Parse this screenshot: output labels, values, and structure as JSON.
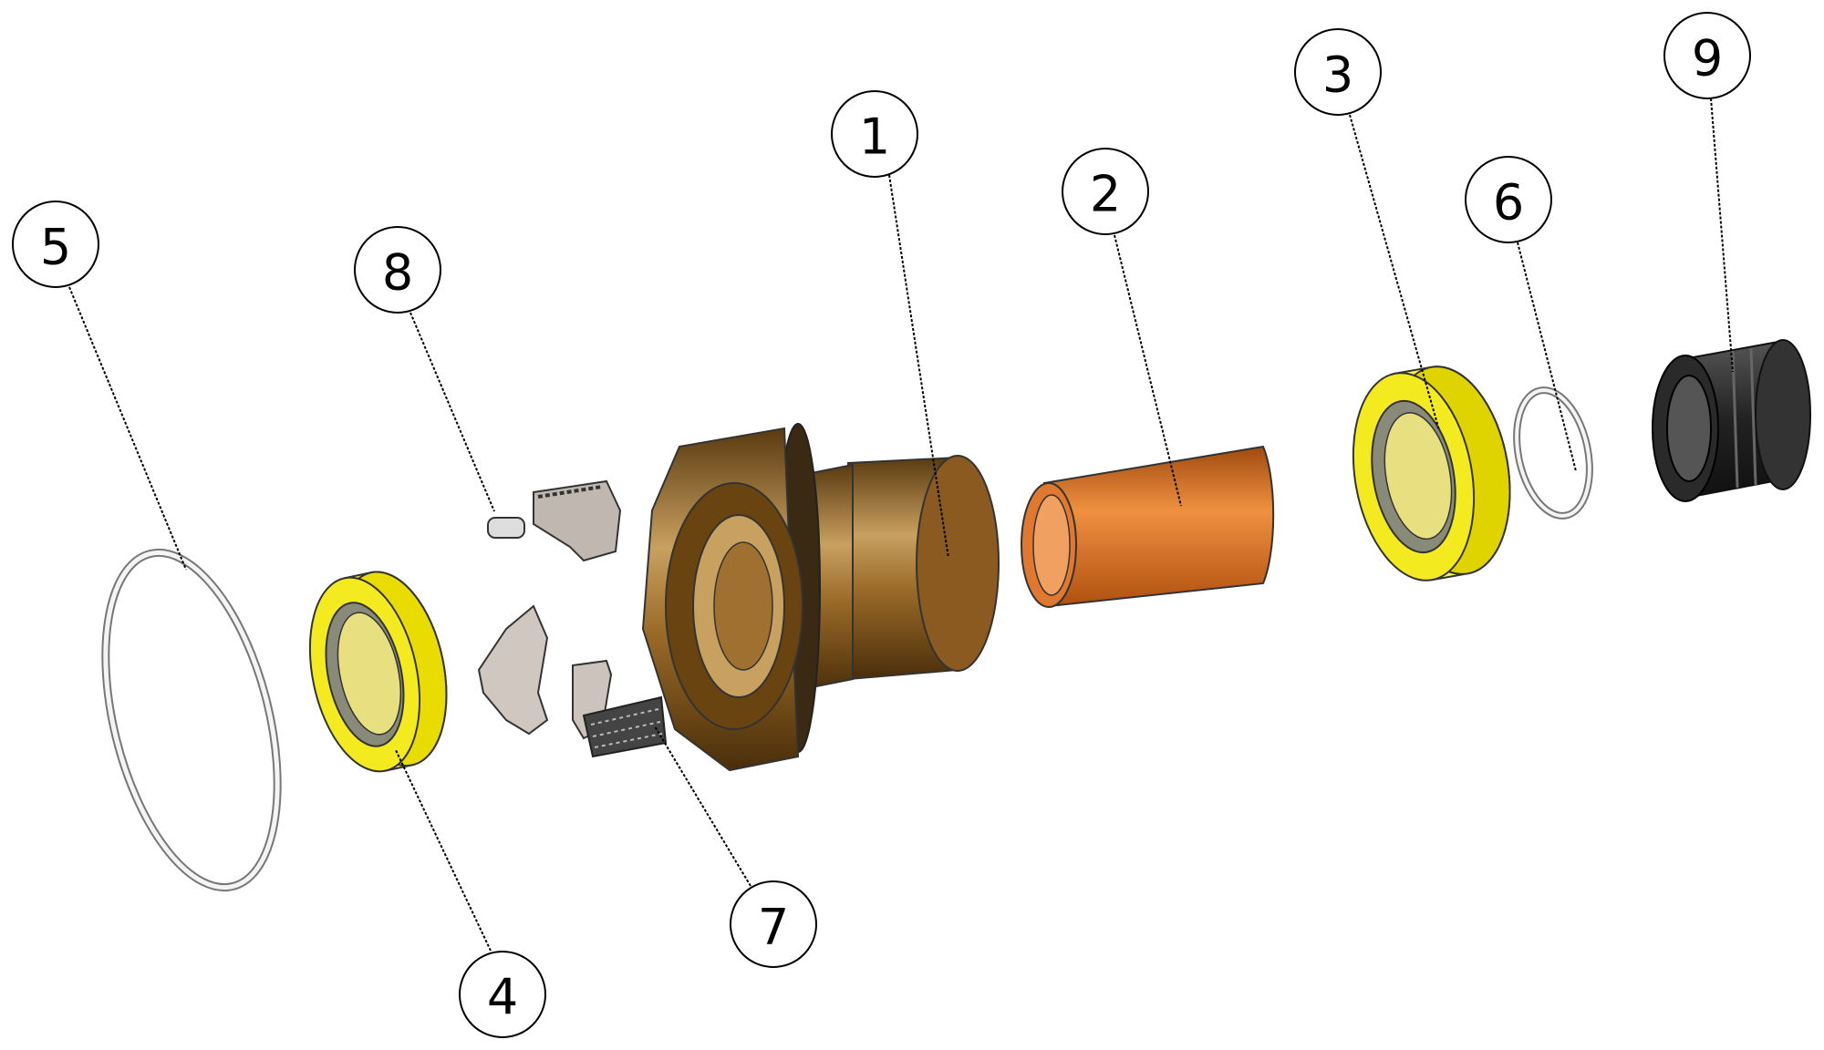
{
  "diagram": {
    "type": "exploded-assembly",
    "callouts": [
      {
        "label": "1"
      },
      {
        "label": "2"
      },
      {
        "label": "3"
      },
      {
        "label": "4"
      },
      {
        "label": "5"
      },
      {
        "label": "6"
      },
      {
        "label": "7"
      },
      {
        "label": "8"
      },
      {
        "label": "9"
      }
    ],
    "colors": {
      "body": "#8a5a1c",
      "sleeve": "#d2691e",
      "bearing": "#e8e000",
      "ring": "#e0e0e0",
      "end_cap": "#2a2a2a",
      "pawl": "#b8b0a8"
    }
  }
}
